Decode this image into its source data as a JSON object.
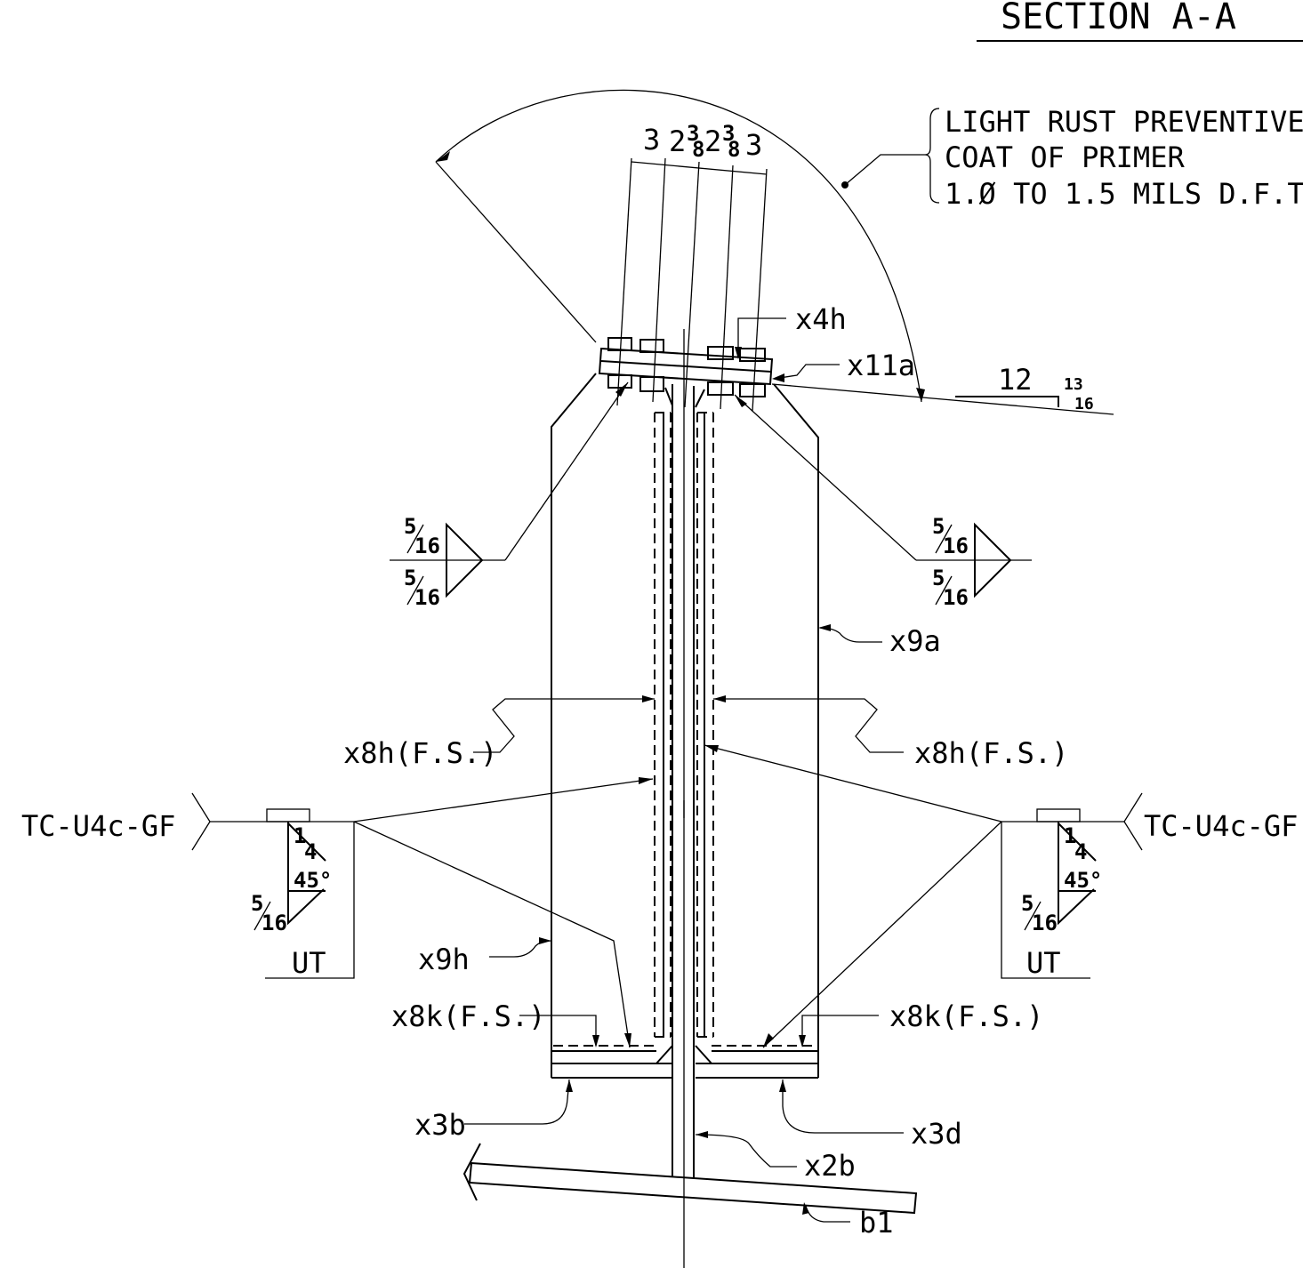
{
  "title": "SECTION A-A",
  "note": {
    "lines": [
      "LIGHT RUST PREVENTIVE",
      "COAT OF PRIMER",
      "1.Ø TO 1.5 MILS D.F.T."
    ]
  },
  "dimensions": {
    "bolt_spacing": [
      "3",
      "2",
      "3",
      "2",
      "3",
      "3"
    ],
    "fraction_num": "3",
    "fraction_den": "8",
    "slope_run": "12",
    "slope_rise_num": "13",
    "slope_rise_den": "16"
  },
  "welds": {
    "fillet_top_left": {
      "top_num": "5",
      "top_den": "16",
      "bot_num": "5",
      "bot_den": "16"
    },
    "fillet_top_right": {
      "top_num": "5",
      "top_den": "16",
      "bot_num": "5",
      "bot_den": "16"
    },
    "groove_left": {
      "ref": "TC-U4c-GF",
      "bevel_num": "1",
      "bevel_den": "4",
      "angle": "45°",
      "fillet_num": "5",
      "fillet_den": "16",
      "test": "UT"
    },
    "groove_right": {
      "ref": "TC-U4c-GF",
      "bevel_num": "1",
      "bevel_den": "4",
      "angle": "45°",
      "fillet_num": "5",
      "fillet_den": "16",
      "test": "UT"
    }
  },
  "parts": {
    "x4h": "x4h",
    "x11a": "x11a",
    "x9a": "x9a",
    "x8h_left": "x8h(F.S.)",
    "x8h_right": "x8h(F.S.)",
    "x9h": "x9h",
    "x8k_left": "x8k(F.S.)",
    "x8k_right": "x8k(F.S.)",
    "x3b": "x3b",
    "x3d": "x3d",
    "x2b": "x2b",
    "b1": "b1"
  }
}
